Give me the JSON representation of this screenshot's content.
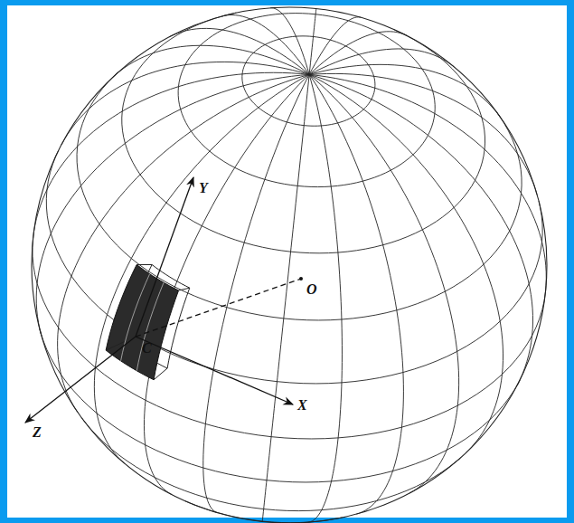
{
  "diagram": {
    "labels": [
      "Y",
      "O",
      "C",
      "X",
      "Z"
    ]
  }
}
